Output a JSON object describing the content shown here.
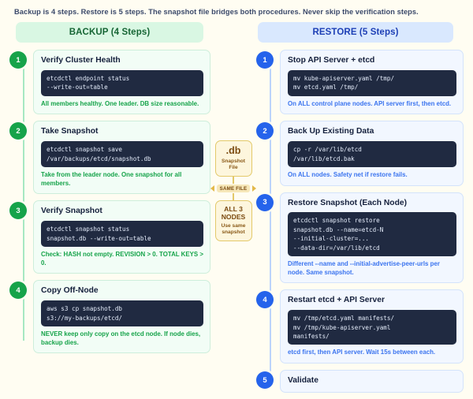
{
  "intro": "Backup is 4 steps. Restore is 5 steps. The snapshot file bridges both procedures. Never skip the verification steps.",
  "backup": {
    "header": "BACKUP (4 Steps)",
    "accent": "#16a34a",
    "steps": [
      {
        "num": "1",
        "title": "Verify Cluster Health",
        "code": "etcdctl endpoint status\n--write-out=table",
        "note": "All members healthy. One leader. DB size reasonable."
      },
      {
        "num": "2",
        "title": "Take Snapshot",
        "code": "etcdctl snapshot save\n/var/backups/etcd/snapshot.db",
        "note": "Take from the leader node. One snapshot for all members."
      },
      {
        "num": "3",
        "title": "Verify Snapshot",
        "code": "etcdctl snapshot status\nsnapshot.db --write-out=table",
        "note": "Check: HASH not empty. REVISION > 0. TOTAL KEYS > 0."
      },
      {
        "num": "4",
        "title": "Copy Off-Node",
        "code": "aws s3 cp snapshot.db\ns3://my-backups/etcd/",
        "note": "NEVER keep only copy on the etcd node. If node dies, backup dies."
      }
    ]
  },
  "bridge": {
    "file_badge": {
      "big": ".db",
      "sub": "Snapshot\nFile"
    },
    "same_file_label": "SAME FILE",
    "nodes_badge": {
      "line1": "ALL 3",
      "line2": "NODES",
      "sub": "Use same\nsnapshot"
    },
    "accent": "#e3c96a"
  },
  "restore": {
    "header": "RESTORE (5 Steps)",
    "accent": "#2563eb",
    "steps": [
      {
        "num": "1",
        "title": "Stop API Server + etcd",
        "code": "mv kube-apiserver.yaml /tmp/\nmv etcd.yaml /tmp/",
        "note": "On ALL control plane nodes. API server first, then etcd."
      },
      {
        "num": "2",
        "title": "Back Up Existing Data",
        "code": "cp -r /var/lib/etcd\n/var/lib/etcd.bak",
        "note": "On ALL nodes. Safety net if restore fails."
      },
      {
        "num": "3",
        "title": "Restore Snapshot (Each Node)",
        "code": "etcdctl snapshot restore\nsnapshot.db --name=etcd-N\n--initial-cluster=...\n--data-dir=/var/lib/etcd",
        "note": "Different --name and --initial-advertise-peer-urls per node. Same snapshot."
      },
      {
        "num": "4",
        "title": "Restart etcd + API Server",
        "code": "mv /tmp/etcd.yaml manifests/\nmv /tmp/kube-apiserver.yaml\nmanifests/",
        "note": "etcd first, then API server. Wait 15s between each."
      },
      {
        "num": "5",
        "title": "Validate",
        "code": "",
        "note": ""
      }
    ]
  }
}
